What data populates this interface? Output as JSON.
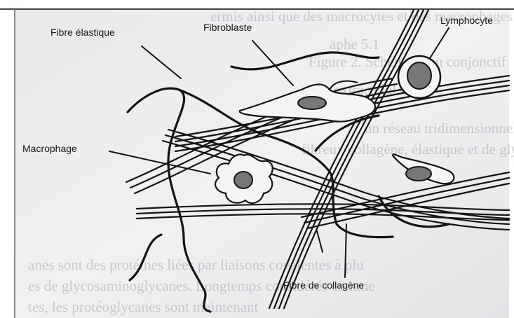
{
  "labels": {
    "fibre_elastique": "Fibre élastique",
    "fibroblaste": "Fibroblaste",
    "lymphocyte": "Lymphocyte",
    "macrophage": "Macrophage",
    "fibre_collagene": "Fibre de collagène"
  },
  "bleed_through_text": [
    "ermis ainsi que des macrocytes et des macrophages",
    "aphe 5.1",
    "Figure 2. Schéma tissu conjonctif",
    "rice extracellulaire",
    "un réseau tridimensionnel, essentiellement",
    "fibreux collagène, élastique et de glycosam",
    "anes sont des protéines liées par liaisons covalentes à plu",
    "es de glycosaminoglycanes. Longtemps considérés comme",
    "tes, les protéoglycanes sont maintenant"
  ],
  "colors": {
    "paper": "#eeeeef",
    "ink": "#141414",
    "nucleus": "#777777",
    "bleed_text": "#9a9aa0"
  }
}
